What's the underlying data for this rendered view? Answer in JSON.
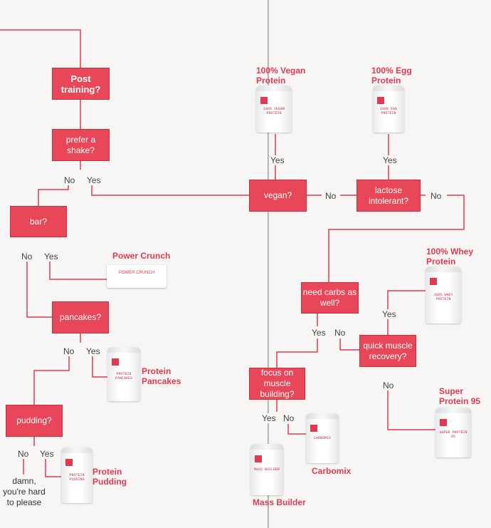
{
  "colors": {
    "accent": "#e8475a",
    "line": "#e03a52",
    "background": "#f7f6f4"
  },
  "questions": {
    "post_training": "Post training?",
    "prefer_shake": "prefer a shake?",
    "bar": "bar?",
    "pancakes": "pancakes?",
    "pudding": "pudding?",
    "vegan": "vegan?",
    "lactose": "lactose intolerant?",
    "need_carbs": "need carbs as well?",
    "quick_recovery": "quick muscle recovery?",
    "focus_muscle": "focus on muscle building?"
  },
  "answers": {
    "yes": "Yes",
    "no": "No"
  },
  "products": {
    "vegan_protein": "100% Vegan Protein",
    "egg_protein": "100% Egg Protein",
    "whey_protein": "100% Whey Protein",
    "power_crunch": "Power Crunch",
    "protein_pancakes": "Protein Pancakes",
    "protein_pudding": "Protein Pudding",
    "carbomix": "Carbomix",
    "super_protein": "Super Protein 95",
    "mass_builder": "Mass Builder"
  },
  "packaging": {
    "vegan": "100% VEGAN PROTEIN",
    "egg": "100% EGG PROTEIN",
    "whey": "100% WHEY PROTEIN",
    "pancakes": "PROTEIN PANCAKES",
    "pudding": "PROTEIN PUDDING",
    "carbomix": "CARBOMIX",
    "super": "SUPER PROTEIN 95",
    "mass": "MASS BUILDER",
    "crunch": "POWER CRUNCH"
  },
  "end_note": "damn, you're hard to please"
}
